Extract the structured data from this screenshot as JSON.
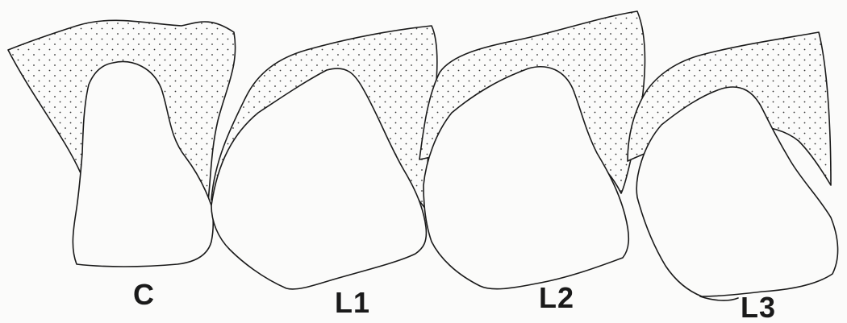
{
  "figure": {
    "panels": [
      {
        "id": "c",
        "label": "C"
      },
      {
        "id": "l1",
        "label": "L1"
      },
      {
        "id": "l2",
        "label": "L2"
      },
      {
        "id": "l3",
        "label": "L3"
      }
    ]
  },
  "colors": {
    "ink": "#1a1a1a",
    "paper": "#fbfbfa",
    "stipple": "#333333"
  }
}
